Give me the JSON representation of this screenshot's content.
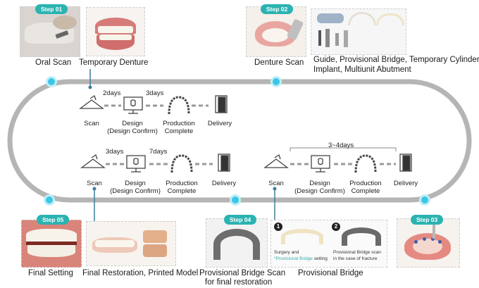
{
  "steps": {
    "step01": {
      "badge": "Step 01",
      "label1": "Oral Scan",
      "label2": "Temporary Denture"
    },
    "step02": {
      "badge": "Step 02",
      "label1": "Denture Scan",
      "label2_line1": "Guide, Provisional Bridge, Temporary Cylinder,",
      "label2_line2": "Implant, Multiunit Abutment"
    },
    "step03": {
      "badge": "Step 03"
    },
    "step04": {
      "badge": "Step 04",
      "label1_line1": "Provisional Bridge Scan",
      "label1_line2": "for final restoration",
      "label2": "Provisional Bridge"
    },
    "step05": {
      "badge": "Step 05",
      "label1": "Final Setting",
      "label2": "Final Restoration, Printed Model"
    }
  },
  "workflow_top": {
    "dur1": "2days",
    "dur2": "3days",
    "scan": "Scan",
    "design1": "Design",
    "design2": "(Design Confirm)",
    "prod1": "Production",
    "prod2": "Complete",
    "delivery": "Delivery"
  },
  "workflow_left": {
    "dur1": "3days",
    "dur2": "7days",
    "scan": "Scan",
    "design1": "Design",
    "design2": "(Design Confirm)",
    "prod1": "Production",
    "prod2": "Complete",
    "delivery": "Delivery"
  },
  "workflow_right": {
    "dur": "3~4days",
    "scan": "Scan",
    "design1": "Design",
    "design2": "(Design Confirm)",
    "prod1": "Production",
    "prod2": "Complete",
    "delivery": "Delivery"
  },
  "provisional_panel": {
    "n1": "1",
    "n2": "2",
    "cap1_line1": "Surgery and",
    "cap1_accent": "*Provisional Bridge",
    "cap1_rest": " setting",
    "cap2_line1": "Provisional Bridge scan",
    "cap2_line2": "in the case of fracture"
  },
  "colors": {
    "accent": "#2bb3b1",
    "track": "#b5b5b5",
    "dot": "#3ac7e6"
  }
}
